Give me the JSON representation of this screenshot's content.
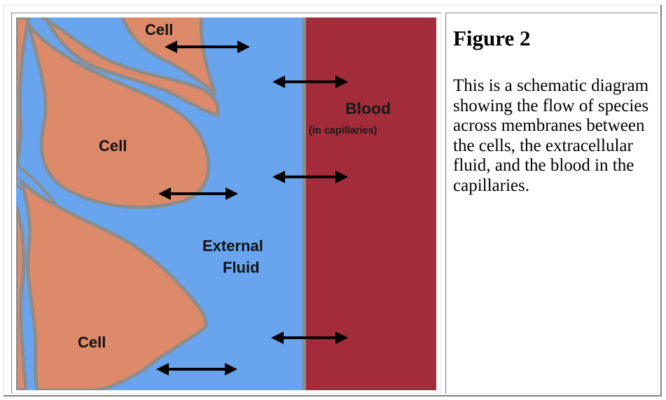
{
  "figure": {
    "labels": {
      "cell_top": "Cell",
      "cell_middle": "Cell",
      "cell_bottom": "Cell",
      "blood": "Blood",
      "blood_sub": "(in capillaries)",
      "external_line1": "External",
      "external_line2": "Fluid"
    },
    "colors": {
      "cell": "#dc8a6a",
      "cell_outline": "#8c8c8c",
      "external_fluid": "#68a5ee",
      "blood": "#a32c3a",
      "membrane": "#8c8c8c",
      "arrow": "#000000"
    }
  },
  "caption": {
    "title": "Figure 2",
    "text": "This is a schematic diagram showing the flow of species across membranes between the cells, the extracellular fluid, and the blood in the capillaries."
  }
}
